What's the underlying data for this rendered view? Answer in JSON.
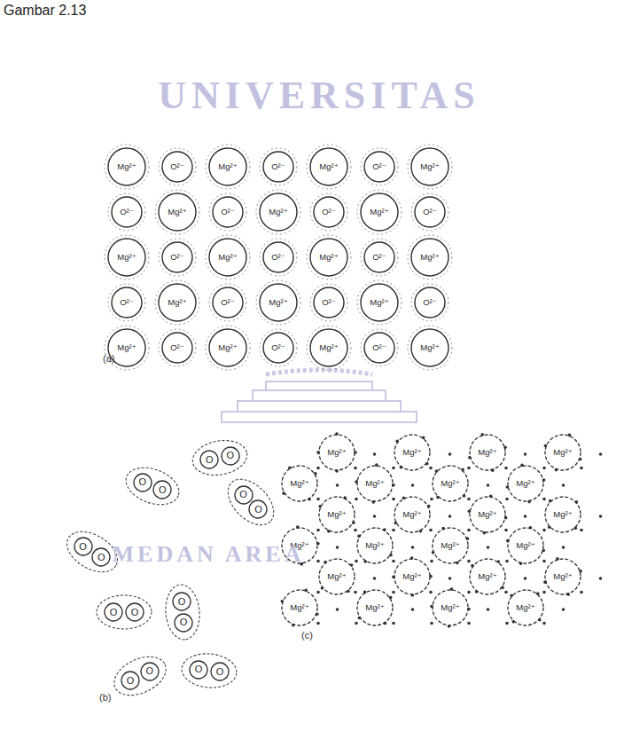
{
  "diagram": {
    "title": "Gambar 2.13",
    "nodes": [
      {
        "text": [
          "Mg²⁺"
        ]
      },
      {
        "text": [
          "O²⁻"
        ]
      },
      {
        "text": [
          "Mg²⁺"
        ]
      },
      {
        "text": [
          "O²⁻"
        ]
      },
      {
        "text": [
          "Mg²⁺"
        ]
      },
      {
        "text": [
          "O²⁻"
        ]
      },
      {
        "text": [
          "Mg²⁺"
        ]
      },
      {
        "text": [
          "O²⁻"
        ]
      },
      {
        "text": [
          "Mg²⁺"
        ]
      },
      {
        "text": [
          "O²⁻"
        ]
      },
      {
        "text": [
          "Mg²⁺"
        ]
      },
      {
        "text": [
          "O²⁻"
        ]
      },
      {
        "text": [
          "Mg²⁺"
        ]
      },
      {
        "text": [
          "O²⁻"
        ]
      },
      {
        "text": [
          "Mg²⁺"
        ]
      },
      {
        "text": [
          "O²⁻"
        ]
      },
      {
        "text": [
          "Mg²⁺"
        ]
      },
      {
        "text": [
          "O²⁻"
        ]
      },
      {
        "text": [
          "Mg²⁺"
        ]
      },
      {
        "text": [
          "O²⁻"
        ]
      },
      {
        "text": [
          "Mg²⁺"
        ]
      },
      {
        "text": [
          "O²⁻"
        ]
      },
      {
        "text": [
          "Mg²⁺"
        ]
      },
      {
        "text": [
          "O²⁻"
        ]
      },
      {
        "text": [
          "Mg²⁺"
        ]
      },
      {
        "text": [
          "O²⁻"
        ]
      },
      {
        "text": [
          "Mg²⁺"
        ]
      },
      {
        "text": [
          "O²⁻"
        ]
      },
      {
        "text": [
          "Mg²⁺"
        ]
      },
      {
        "text": [
          "O²⁻"
        ]
      },
      {
        "text": [
          "Mg²⁺"
        ]
      },
      {
        "text": [
          "O²⁻"
        ]
      },
      {
        "text": [
          "Mg²⁺"
        ]
      },
      {
        "text": [
          "O²⁻"
        ]
      },
      {
        "text": [
          "Mg²⁺"
        ]
      },
      {
        "text": [
          "O"
        ]
      },
      {
        "text": [
          "O"
        ]
      },
      {
        "text": [
          "O"
        ]
      },
      {
        "text": [
          "O"
        ]
      },
      {
        "text": [
          "O"
        ]
      },
      {
        "text": [
          "O"
        ]
      },
      {
        "text": [
          "O"
        ]
      },
      {
        "text": [
          "O"
        ]
      },
      {
        "text": [
          "O"
        ]
      },
      {
        "text": [
          "O"
        ]
      },
      {
        "text": [
          "O"
        ]
      },
      {
        "text": [
          "O"
        ]
      },
      {
        "text": [
          "O"
        ]
      },
      {
        "text": [
          "O"
        ]
      },
      {
        "text": [
          "O"
        ]
      },
      {
        "text": [
          "O"
        ]
      },
      {
        "text": [
          "Mg²⁺"
        ]
      },
      {
        "text": [
          "Mg²⁺"
        ]
      },
      {
        "text": [
          "Mg²⁺"
        ]
      },
      {
        "text": [
          "Mg²⁺"
        ]
      },
      {
        "text": [
          "Mg²⁺"
        ]
      },
      {
        "text": [
          "Mg²⁺"
        ]
      },
      {
        "text": [
          "Mg²⁺"
        ]
      },
      {
        "text": [
          "Mg²⁺"
        ]
      },
      {
        "text": [
          "Mg²⁺"
        ]
      },
      {
        "text": [
          "Mg²⁺"
        ]
      },
      {
        "text": [
          "Mg²⁺"
        ]
      },
      {
        "text": [
          "Mg²⁺"
        ]
      },
      {
        "text": [
          "Mg²⁺"
        ]
      },
      {
        "text": [
          "Mg²⁺"
        ]
      },
      {
        "text": [
          "Mg²⁺"
        ]
      },
      {
        "text": [
          "Mg²⁺"
        ]
      },
      {
        "text": [
          "Mg²⁺"
        ]
      },
      {
        "text": [
          "Mg²⁺"
        ]
      },
      {
        "text": [
          "Mg²⁺"
        ]
      },
      {
        "text": [
          "Mg²⁺"
        ]
      },
      {
        "text": [
          "Mg²⁺"
        ]
      },
      {
        "text": [
          "Mg²⁺"
        ]
      },
      {
        "text": [
          "Mg²⁺"
        ]
      },
      {
        "text": [
          "Mg²⁺"
        ]
      }
    ],
    "labels": [
      "UNIVERSITAS",
      "(a)",
      "MEDAN AREA",
      "(b)",
      "(c)"
    ]
  }
}
